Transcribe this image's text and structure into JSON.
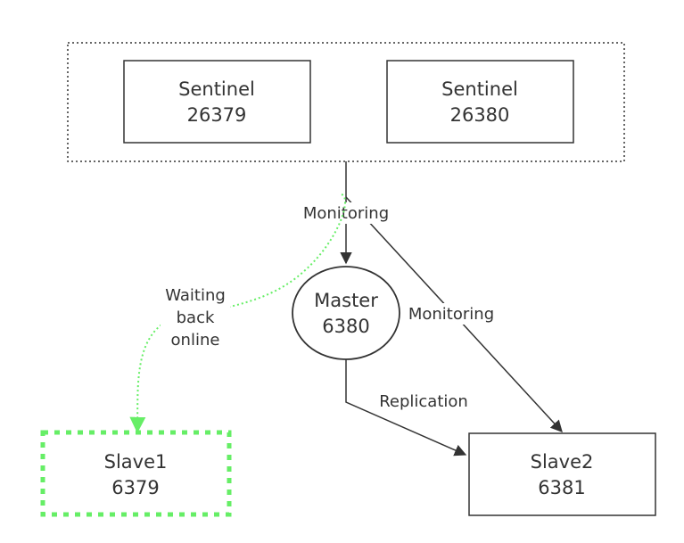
{
  "sentinels": [
    {
      "title": "Sentinel",
      "port": "26379"
    },
    {
      "title": "Sentinel",
      "port": "26380"
    }
  ],
  "master": {
    "title": "Master",
    "port": "6380"
  },
  "slave1": {
    "title": "Slave1",
    "port": "6379"
  },
  "slave2": {
    "title": "Slave2",
    "port": "6381"
  },
  "edges": {
    "monitoring_master": "Monitoring",
    "monitoring_slave2": "Monitoring",
    "replication": "Replication",
    "waiting": [
      "Waiting",
      "back",
      "online"
    ]
  },
  "colors": {
    "stroke": "#333333",
    "waiting_green": "#66ee66"
  }
}
